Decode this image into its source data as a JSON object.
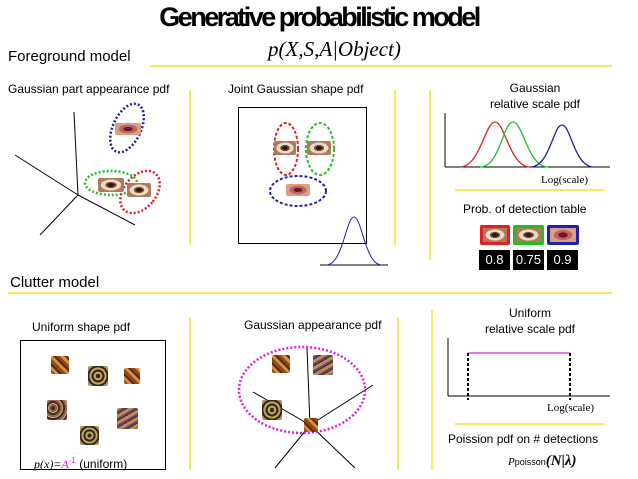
{
  "title": "Generative probabilistic model",
  "formula": "p(X,S,A|Object)",
  "foreground": {
    "section_label": "Foreground model",
    "appearance_label": "Gaussian part appearance pdf",
    "shape_label": "Joint Gaussian shape pdf",
    "scale_label_line1": "Gaussian",
    "scale_label_line2": "relative scale pdf",
    "scale_axis": "Log(scale)",
    "detection_label": "Prob. of detection table",
    "detection_values": [
      "0.8",
      "0.75",
      "0.9"
    ]
  },
  "clutter": {
    "section_label": "Clutter model",
    "shape_label": "Uniform shape pdf",
    "appearance_label": "Gaussian appearance pdf",
    "scale_label_line1": "Uniform",
    "scale_label_line2": "relative scale pdf",
    "scale_axis": "Log(scale)",
    "formula_left": "p(x)=",
    "formula_a": "A",
    "formula_exp": "-1",
    "formula_right": " (uniform)",
    "poisson_label": "Poission pdf on # detections",
    "poisson_prefix": "P",
    "poisson_sub": "poisson",
    "poisson_arg": "(N|λ)"
  },
  "colors": {
    "red": "#e02020",
    "green": "#20c020",
    "blue": "#2020b0",
    "magenta": "#e020e0",
    "yellow_line": "#f5ea60"
  }
}
